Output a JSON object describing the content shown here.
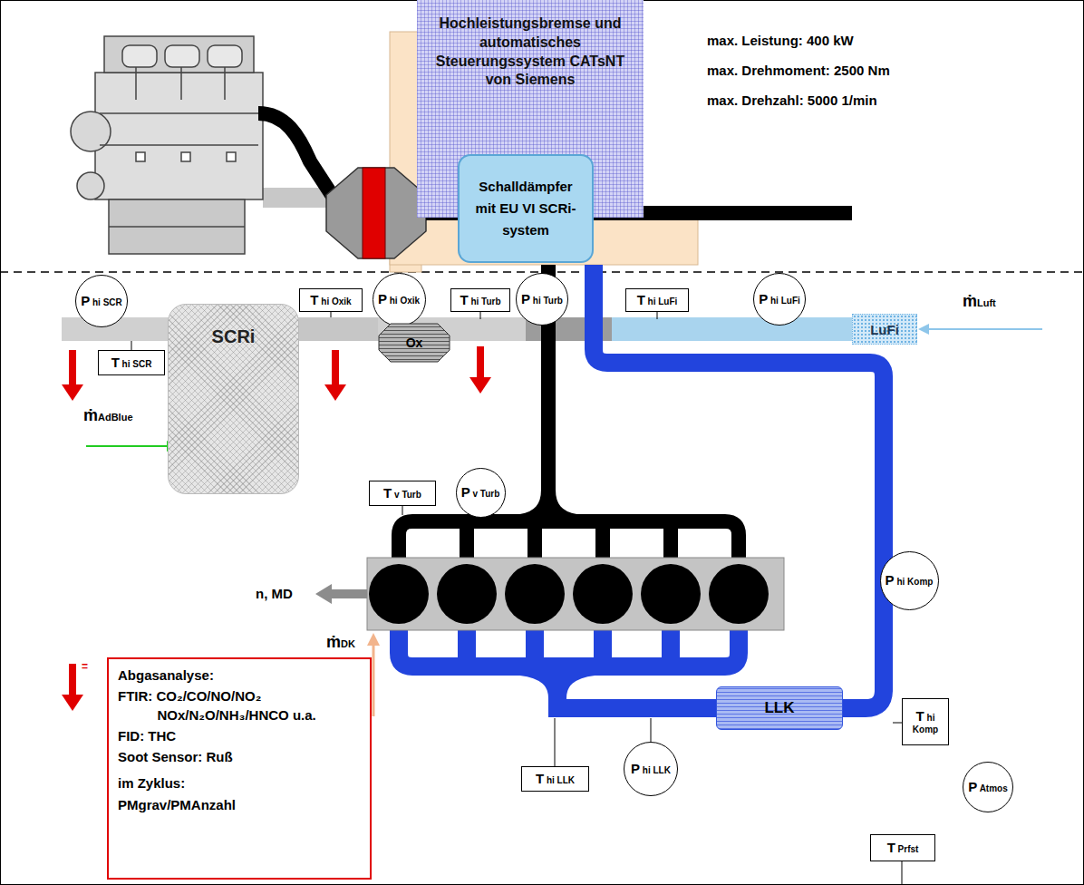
{
  "diagram": {
    "nodes": [
      {
        "text": [
          "Hochleistungsbremse und automatisches Steuerungssystem CATsNT von Siemens"
        ]
      },
      {
        "text": [
          "Schalldämpfer mit EU VI SCRi-system"
        ]
      },
      {
        "text": [
          "P hi SCR"
        ]
      },
      {
        "text": [
          "T hi SCR"
        ]
      },
      {
        "text": [
          "SCRi"
        ]
      },
      {
        "text": [
          "T hi Oxik"
        ]
      },
      {
        "text": [
          "P hi Oxik"
        ]
      },
      {
        "text": [
          "Ox"
        ]
      },
      {
        "text": [
          "T hi Turb"
        ]
      },
      {
        "text": [
          "P hi Turb"
        ]
      },
      {
        "text": [
          "T hi LuFi"
        ]
      },
      {
        "text": [
          "P hi LuFi"
        ]
      },
      {
        "text": [
          "LuFi"
        ]
      },
      {
        "text": [
          "T v Turb"
        ]
      },
      {
        "text": [
          "P v Turb"
        ]
      },
      {
        "text": [
          "P hi Komp"
        ]
      },
      {
        "text": [
          "T hi Komp"
        ]
      },
      {
        "text": [
          "Abgasanalyse:",
          "FTIR: CO₂/CO/NO/NO₂ NOx/N₂O/NH₃/HNCO u.a.",
          "FID: THC",
          "Soot Sensor: Ruß",
          "im Zyklus:",
          "PMgrav/PMAnzahl"
        ]
      },
      {
        "text": [
          "LLK"
        ]
      },
      {
        "text": [
          "T hi LLK"
        ]
      },
      {
        "text": [
          "P hi LLK"
        ]
      },
      {
        "text": [
          "P Atmos"
        ]
      },
      {
        "text": [
          "T Prfst"
        ]
      }
    ],
    "edges": [
      {
        "from": 7,
        "to": 4,
        "arrow": "none"
      }
    ],
    "labels": [
      "max. Leistung: 400 kW",
      "max. Drehmoment: 2500 Nm",
      "max. Drehzahl: 5000 1/min",
      "ṁLuft",
      "ṁAdBlue",
      "n, MD",
      "ṁDK",
      "="
    ]
  }
}
